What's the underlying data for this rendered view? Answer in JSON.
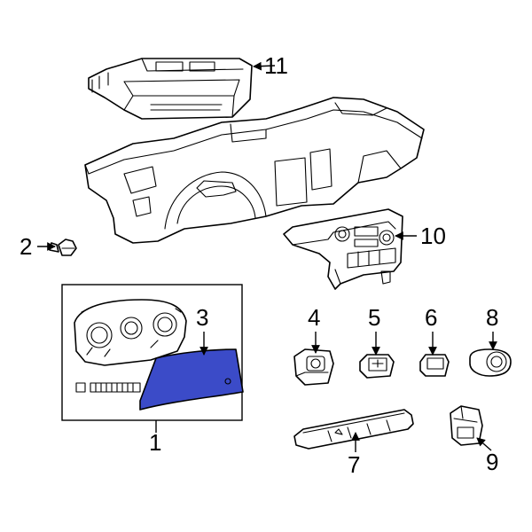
{
  "diagram": {
    "highlight_color": "#3b4bc8",
    "callouts": [
      {
        "id": "1",
        "label": "1"
      },
      {
        "id": "2",
        "label": "2"
      },
      {
        "id": "3",
        "label": "3"
      },
      {
        "id": "4",
        "label": "4"
      },
      {
        "id": "5",
        "label": "5"
      },
      {
        "id": "6",
        "label": "6"
      },
      {
        "id": "7",
        "label": "7"
      },
      {
        "id": "8",
        "label": "8"
      },
      {
        "id": "9",
        "label": "9"
      },
      {
        "id": "10",
        "label": "10"
      },
      {
        "id": "11",
        "label": "11"
      }
    ]
  }
}
